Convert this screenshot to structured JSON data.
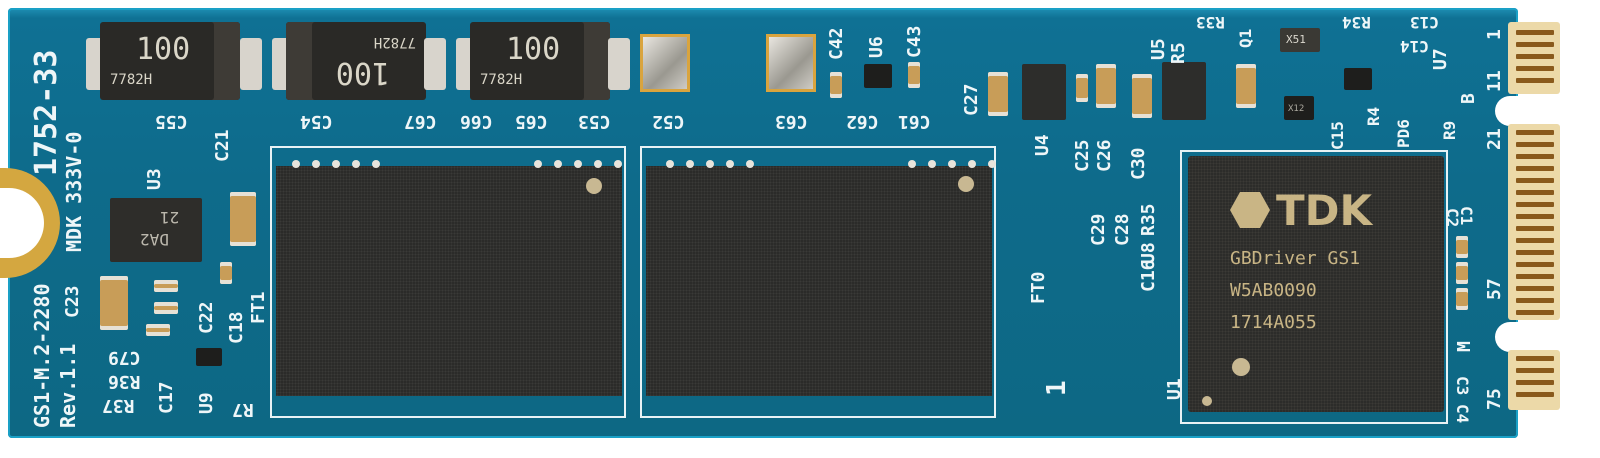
{
  "photo": {
    "subject": "M.2 2280 SSD circuit board",
    "colors": {
      "pcb": "#0e6b8b",
      "silkscreen": "#eef6f8",
      "chip": "#2b2b29",
      "gold": "#d4a740",
      "controller_marking": "#c9b585"
    }
  },
  "board_labels": {
    "part_number": "1752-33",
    "code": "MDK 333V-0",
    "model": "GS1-M.2-2280",
    "revision": "Rev.1.1",
    "flash_label": "FT0",
    "flash_label_2": "FT1",
    "pin_one": "1",
    "key_b": "B",
    "key_m": "M"
  },
  "capacitors_tantalum": [
    {
      "ref": "C55",
      "value": "100",
      "code": "7782H",
      "mark": "j"
    },
    {
      "ref": "C54",
      "value": "100",
      "code": "7782H",
      "mark": "j"
    },
    {
      "ref": "C53",
      "value": "100",
      "code": "7782H",
      "mark": "j"
    }
  ],
  "references_top": [
    "C67",
    "C66",
    "C65",
    "C52",
    "C63",
    "C42",
    "U6",
    "C43",
    "C62",
    "C61",
    "C27",
    "U4",
    "C25",
    "C26",
    "C30",
    "U5",
    "R5",
    "R33",
    "Q1",
    "R34",
    "C13",
    "C14",
    "U7",
    "C15",
    "R4",
    "PD6",
    "R9"
  ],
  "references_left": [
    "C21",
    "U3",
    "C23",
    "C22",
    "C18",
    "C79",
    "R36",
    "R37",
    "C17",
    "U9",
    "R7"
  ],
  "references_right": [
    "C29",
    "C28",
    "R35",
    "U8",
    "C16",
    "U1",
    "C1",
    "C2",
    "C3",
    "C4"
  ],
  "u3_marking": {
    "line1": "21",
    "line2": "DA2"
  },
  "q1_marking": "X51",
  "u8_marking": "X12",
  "controller": {
    "brand": "TDK",
    "model": "GBDriver GS1",
    "line2": "W5AB0090",
    "line3": "1714A055"
  },
  "connector_pins": [
    "1",
    "11",
    "21",
    "57",
    "75"
  ]
}
